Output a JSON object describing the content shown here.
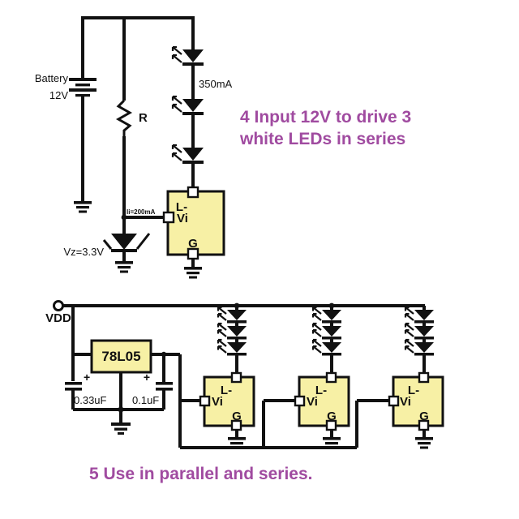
{
  "figure": {
    "kind": "schematic-diagram",
    "colors": {
      "wire": "#111111",
      "block_fill": "#F7F0A5",
      "caption_purple": "#A04BA0",
      "background": "#FFFFFF"
    }
  },
  "captions": {
    "top": {
      "line1": "4 Input 12V to drive 3",
      "line2": "white LEDs in series"
    },
    "bottom": "5 Use in parallel and series."
  },
  "circuit_top": {
    "source": {
      "name_label": "Battery",
      "voltage_label": "12V",
      "symbol": "battery-multicell"
    },
    "resistor": {
      "label": "R",
      "symbol": "zigzag-resistor"
    },
    "zener": {
      "label": "Vz=3.3V",
      "symbol": "zener-diode"
    },
    "bias_current": {
      "label": "Ii=200mA"
    },
    "led_string": {
      "count": 3,
      "current_label": "350mA",
      "symbol": "led"
    },
    "driver": {
      "pin_load": "L-",
      "pin_input": "Vi",
      "pin_ground": "G"
    }
  },
  "circuit_bottom": {
    "supply": {
      "label": "VDD",
      "symbol": "terminal-node"
    },
    "regulator": {
      "label": "78L05"
    },
    "capacitors": [
      {
        "value": "0.33uF",
        "polarity": "+"
      },
      {
        "value": "0.1uF",
        "polarity": "+"
      }
    ],
    "drivers": [
      {
        "pin_load": "L-",
        "pin_input": "Vi",
        "pin_ground": "G",
        "led_count": 3
      },
      {
        "pin_load": "L-",
        "pin_input": "Vi",
        "pin_ground": "G",
        "led_count": 3
      },
      {
        "pin_load": "L-",
        "pin_input": "Vi",
        "pin_ground": "G",
        "led_count": 3
      }
    ]
  }
}
